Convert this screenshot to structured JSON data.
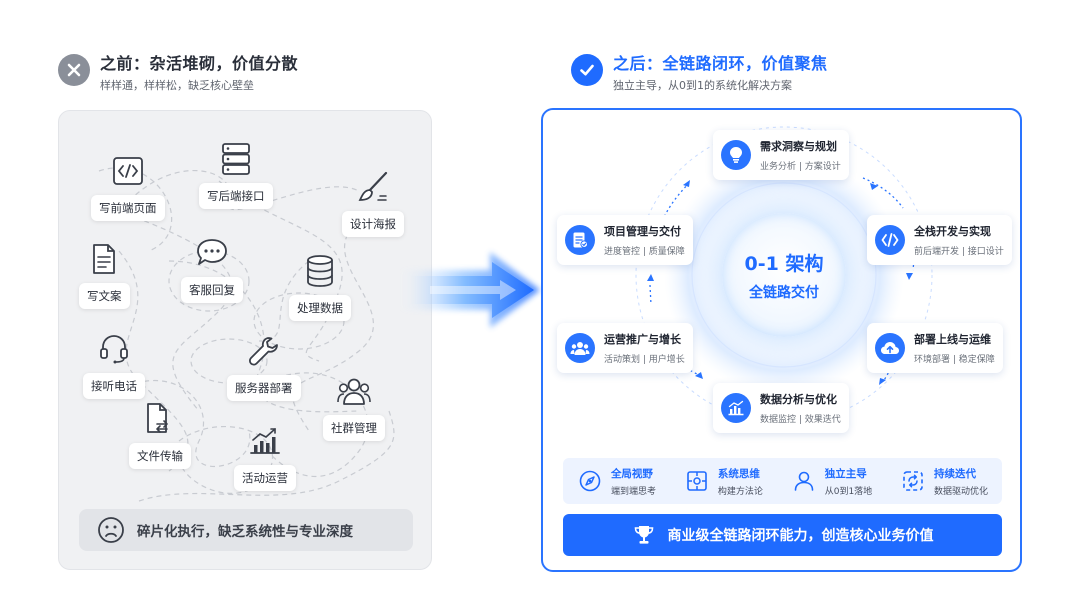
{
  "before": {
    "title": "之前：杂活堆砌，价值分散",
    "subtitle": "样样通，样样松，缺乏核心壁垒",
    "badge_icon": "close-icon",
    "items": [
      {
        "label": "写前端页面",
        "icon": "code-icon"
      },
      {
        "label": "写后端接口",
        "icon": "server-icon"
      },
      {
        "label": "设计海报",
        "icon": "brush-icon"
      },
      {
        "label": "写文案",
        "icon": "document-icon"
      },
      {
        "label": "客服回复",
        "icon": "chat-icon"
      },
      {
        "label": "处理数据",
        "icon": "database-icon"
      },
      {
        "label": "接听电话",
        "icon": "headset-icon"
      },
      {
        "label": "服务器部署",
        "icon": "wrench-icon"
      },
      {
        "label": "社群管理",
        "icon": "people-icon"
      },
      {
        "label": "文件传输",
        "icon": "file-transfer-icon"
      },
      {
        "label": "活动运营",
        "icon": "chart-icon"
      }
    ],
    "footer": "碎片化执行，缺乏系统性与专业深度",
    "footer_icon": "sad-face-icon"
  },
  "after": {
    "title": "之后：全链路闭环，价值聚焦",
    "subtitle": "独立主导，从0到1的系统化解决方案",
    "badge_icon": "check-icon",
    "center_title": "0-1 架构",
    "center_subtitle": "全链路交付",
    "cards": [
      {
        "title": "需求洞察与规划",
        "subtitle": "业务分析 | 方案设计",
        "icon": "lightbulb-icon"
      },
      {
        "title": "全栈开发与实现",
        "subtitle": "前后端开发 | 接口设计",
        "icon": "code-icon"
      },
      {
        "title": "部署上线与运维",
        "subtitle": "环境部署 | 稳定保障",
        "icon": "cloud-upload-icon"
      },
      {
        "title": "数据分析与优化",
        "subtitle": "数据监控 | 效果迭代",
        "icon": "chart-icon"
      },
      {
        "title": "运营推广与增长",
        "subtitle": "活动策划 | 用户增长",
        "icon": "users-icon"
      },
      {
        "title": "项目管理与交付",
        "subtitle": "进度管控 | 质量保障",
        "icon": "checklist-icon"
      }
    ],
    "features": [
      {
        "title": "全局视野",
        "subtitle": "端到端思考",
        "icon": "compass-icon"
      },
      {
        "title": "系统思维",
        "subtitle": "构建方法论",
        "icon": "system-icon"
      },
      {
        "title": "独立主导",
        "subtitle": "从0到1落地",
        "icon": "person-icon"
      },
      {
        "title": "持续迭代",
        "subtitle": "数据驱动优化",
        "icon": "iterate-icon"
      }
    ],
    "bottom_bar": "商业级全链路闭环能力，创造核心业务价值",
    "bottom_icon": "trophy-icon"
  },
  "colors": {
    "accent": "#1f6bff",
    "gray_badge": "#8a8f99",
    "left_bg": "#f0f1f3",
    "feature_bg": "#edf3ff"
  }
}
